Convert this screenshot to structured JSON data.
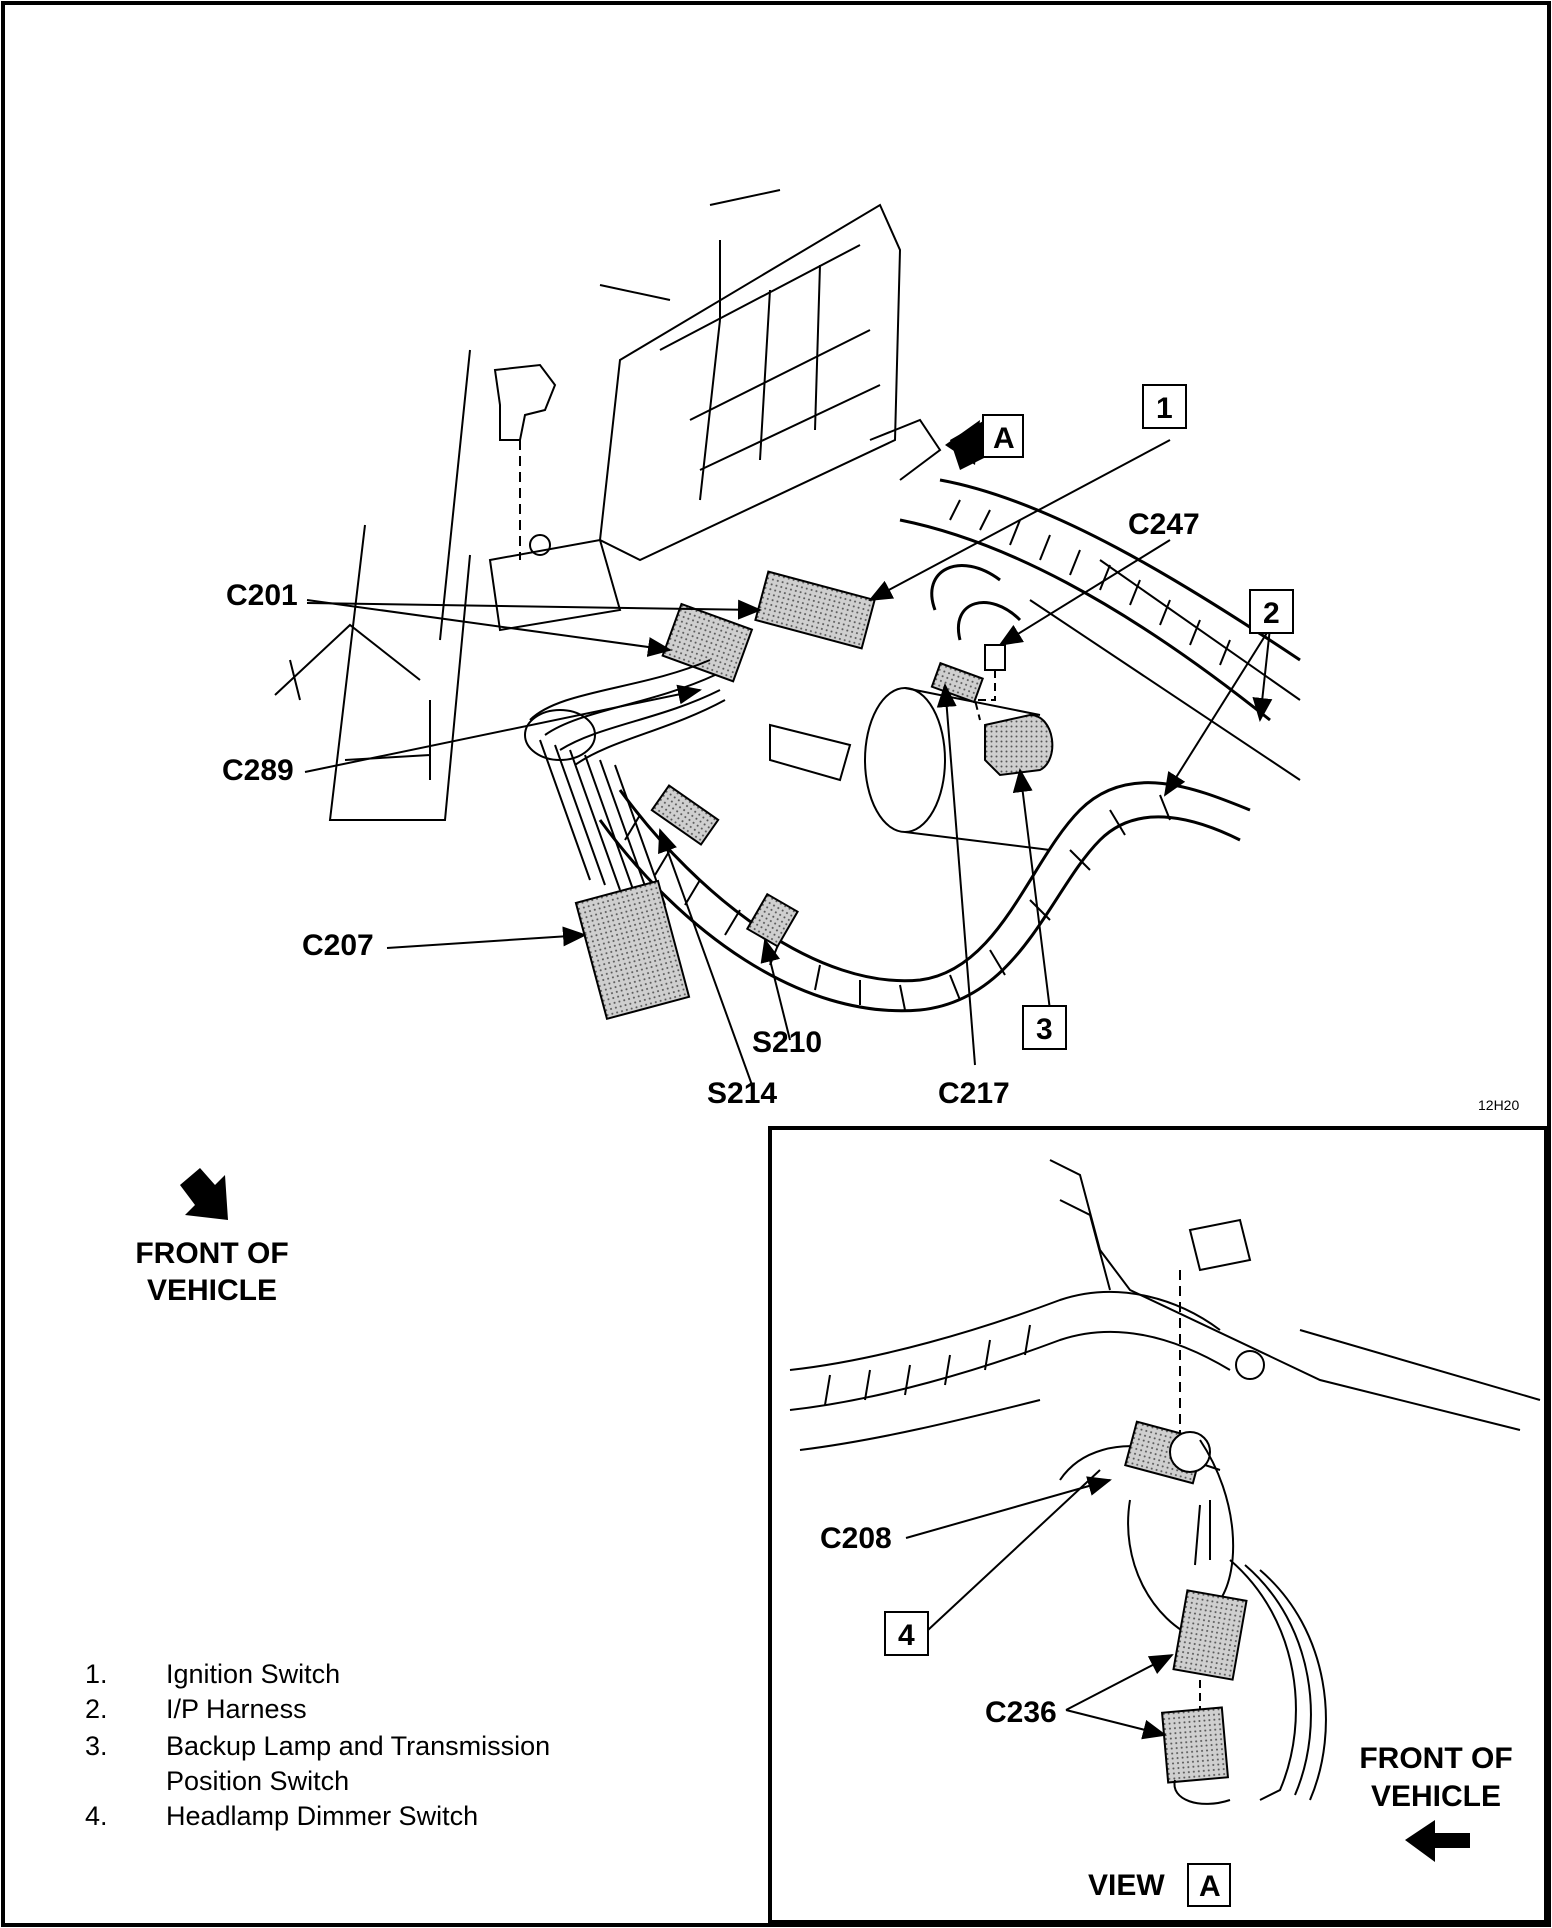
{
  "main_view": {
    "callouts": {
      "c201": "C201",
      "c289": "C289",
      "c207": "C207",
      "s210": "S210",
      "s214": "S214",
      "c217": "C217",
      "c247": "C247",
      "box1": "1",
      "box2": "2",
      "box3": "3",
      "view_a_marker": "A"
    },
    "figure_code": "12H20",
    "front_of_vehicle": {
      "line1": "FRONT OF",
      "line2": "VEHICLE"
    }
  },
  "view_a": {
    "callouts": {
      "c208": "C208",
      "c236": "C236",
      "box4": "4"
    },
    "title_prefix": "VIEW",
    "title_box": "A",
    "front_of_vehicle": {
      "line1": "FRONT OF",
      "line2": "VEHICLE"
    }
  },
  "legend": [
    {
      "num": "1.",
      "text": "Ignition Switch"
    },
    {
      "num": "2.",
      "text": "I/P Harness"
    },
    {
      "num": "3.",
      "text": "Backup Lamp and Transmission"
    },
    {
      "num": "",
      "text": "Position Switch"
    },
    {
      "num": "4.",
      "text": "Headlamp Dimmer Switch"
    }
  ]
}
